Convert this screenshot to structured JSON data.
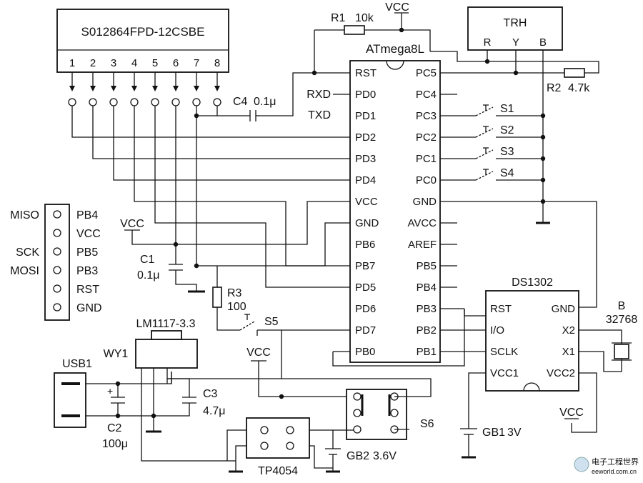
{
  "components": {
    "lcd": {
      "part": "S012864FPD-12CSBE",
      "pins": [
        "1",
        "2",
        "3",
        "4",
        "5",
        "6",
        "7",
        "8"
      ]
    },
    "mcu": {
      "part": "ATmega8L",
      "left_pins": [
        "RST",
        "PD0",
        "PD1",
        "PD2",
        "PD3",
        "PD4",
        "VCC",
        "GND",
        "PB6",
        "PB7",
        "PD5",
        "PD6",
        "PD7",
        "PB0"
      ],
      "right_pins": [
        "PC5",
        "PC4",
        "PC3",
        "PC2",
        "PC1",
        "PC0",
        "GND",
        "AVCC",
        "AREF",
        "PB5",
        "PB4",
        "PB3",
        "PB2",
        "PB1"
      ]
    },
    "trh": {
      "name": "TRH",
      "pins": [
        "R",
        "Y",
        "B"
      ]
    },
    "rtc": {
      "part": "DS1302",
      "left_pins": [
        "RST",
        "I/O",
        "SCLK",
        "VCC1"
      ],
      "right_pins": [
        "GND",
        "X2",
        "X1",
        "VCC2"
      ]
    },
    "isp": {
      "signals": [
        "MISO",
        "",
        "SCK",
        "MOSI",
        "",
        ""
      ],
      "pins": [
        "PB4",
        "VCC",
        "PB5",
        "PB3",
        "RST",
        "GND"
      ]
    },
    "crystal": {
      "name": "B",
      "value": "32768"
    },
    "regulator": {
      "name": "WY1",
      "part": "LM1117-3.3"
    },
    "usb": "USB1",
    "charger": "TP4054",
    "r1": {
      "name": "R1",
      "value": "10k"
    },
    "r2": {
      "name": "R2",
      "value": "4.7k"
    },
    "r3": {
      "name": "R3",
      "value": "100"
    },
    "c1": {
      "name": "C1",
      "value": "0.1μ"
    },
    "c2": {
      "name": "C2",
      "value": "100μ"
    },
    "c3": {
      "name": "C3",
      "value": "4.7μ"
    },
    "c4": {
      "name": "C4",
      "value": "0.1μ"
    },
    "gb1": {
      "name": "GB1",
      "value": "3V"
    },
    "gb2": {
      "name": "GB2",
      "value": "3.6V"
    },
    "switches": [
      "S1",
      "S2",
      "S3",
      "S4"
    ],
    "s5": "S5",
    "s6": "S6",
    "net_labels": {
      "vcc": "VCC",
      "rxd": "RXD",
      "txd": "TXD",
      "plus": "+"
    }
  },
  "watermark": {
    "text": "电子工程世界",
    "url": "eeworld.com.cn"
  }
}
